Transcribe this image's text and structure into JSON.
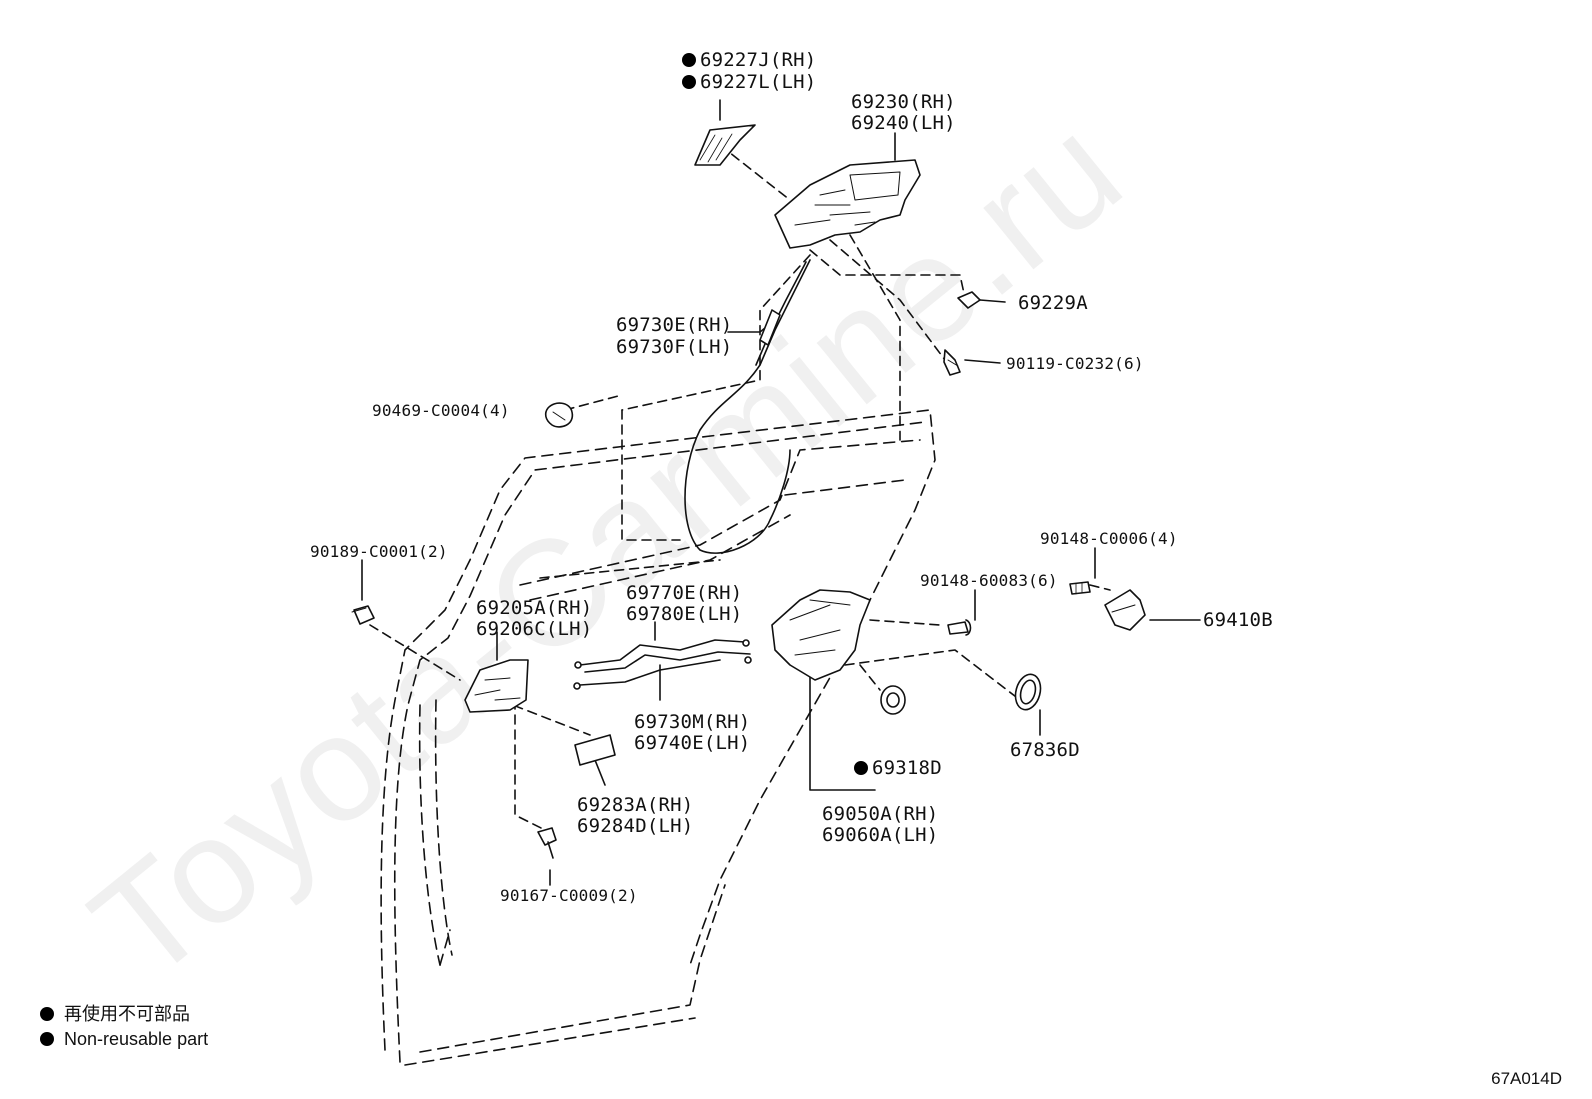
{
  "parts": {
    "p69227J": "69227J(RH)",
    "p69227L": "69227L(LH)",
    "p69230": "69230(RH)",
    "p69240": "69240(LH)",
    "p69229A": "69229A",
    "p69730E": "69730E(RH)",
    "p69730F": "69730F(LH)",
    "p90119": "90119-C0232(6)",
    "p90469": "90469-C0004(4)",
    "p90189": "90189-C0001(2)",
    "p90148_c": "90148-C0006(4)",
    "p90148_6": "90148-60083(6)",
    "p69410B": "69410B",
    "p69770E": "69770E(RH)",
    "p69780E": "69780E(LH)",
    "p69205A": "69205A(RH)",
    "p69206C": "69206C(LH)",
    "p69730M": "69730M(RH)",
    "p69740E": "69740E(LH)",
    "p69318D": "69318D",
    "p67836D": "67836D",
    "p69283A": "69283A(RH)",
    "p69284D": "69284D(LH)",
    "p69050A": "69050A(RH)",
    "p69060A": "69060A(LH)",
    "p90167": "90167-C0009(2)"
  },
  "legend": {
    "line1": "再使用不可部品",
    "line2": "Non-reusable part"
  },
  "figure_code": "67A014D",
  "watermark": "Toyota-Carmine.ru",
  "colors": {
    "line": "#111111",
    "watermark": "#f0f0f0"
  }
}
